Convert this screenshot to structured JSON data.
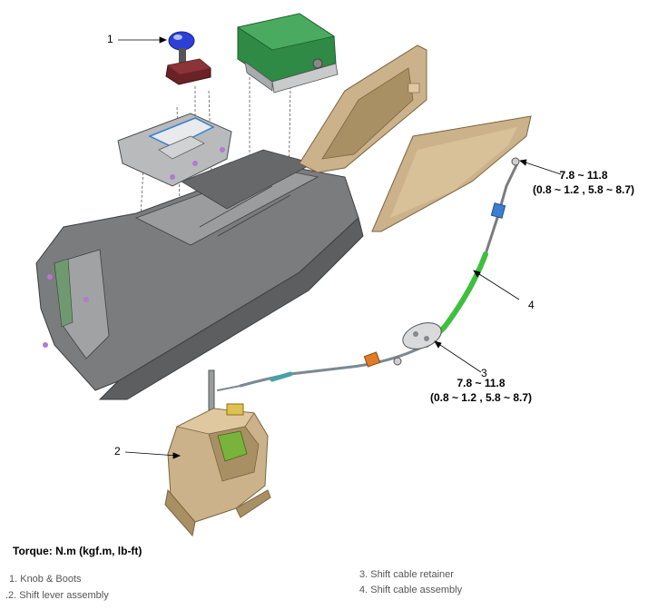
{
  "callouts": {
    "n1": "1",
    "n2": "2",
    "n3": "3",
    "n4": "4"
  },
  "torque_specs": {
    "top": {
      "nm": "7.8 ~ 11.8",
      "alt": "(0.8 ~ 1.2 , 5.8 ~ 8.7)"
    },
    "retainer": {
      "nm": "7.8 ~ 11.8",
      "alt": "(0.8 ~ 1.2 , 5.8 ~ 8.7)"
    }
  },
  "torque_title": "Torque: N.m (kgf.m, lb-ft)",
  "legend": {
    "item1": "1. Knob & Boots",
    "item2": ".2. Shift lever assembly",
    "item3": "3. Shift cable retainer",
    "item4": "4. Shift cable assembly"
  },
  "colors": {
    "console": "#7a7c7e",
    "console_dark": "#4e5052",
    "trim": "#cbb28a",
    "trim_dark": "#a98f64",
    "pcb": "#2f8a45",
    "cable_green": "#3fbf3f",
    "cable_blue": "#3a7fd0",
    "knob_blue": "#2c3fd6",
    "boot_red": "#6b2226"
  }
}
